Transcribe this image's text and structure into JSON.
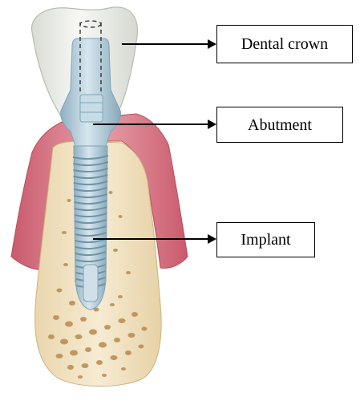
{
  "labels": {
    "crown": "Dental crown",
    "abutment": "Abutment",
    "implant": "Implant"
  },
  "colors": {
    "gum": "#d97a88",
    "bone": "#f1e3c3",
    "bone_pore": "#b98a4e",
    "crown_enamel": "#eceee9",
    "metal": "#b8d2df",
    "metal_dark": "#7ea3b6",
    "arrow": "#000000"
  }
}
